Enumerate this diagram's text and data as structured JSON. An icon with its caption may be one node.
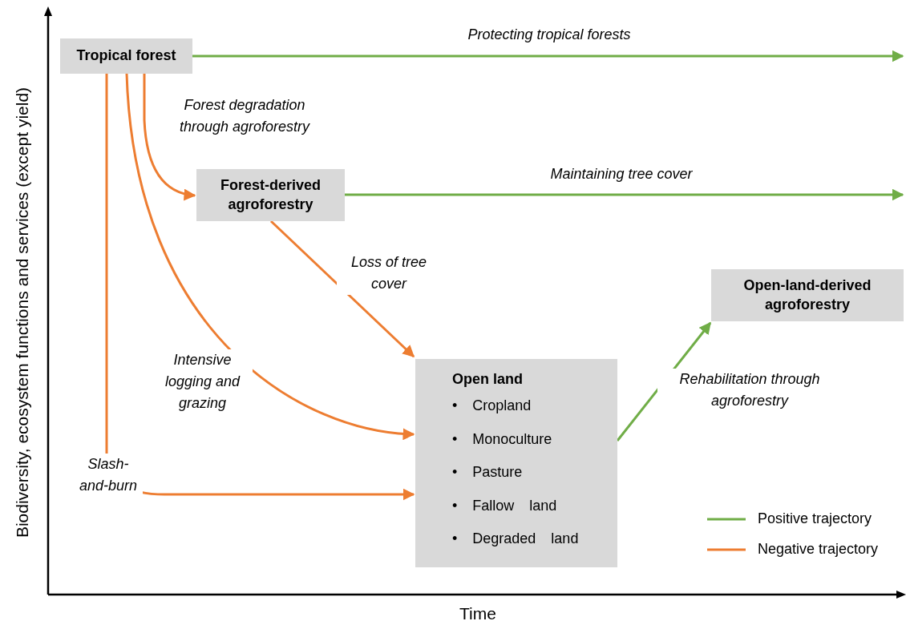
{
  "diagram": {
    "nodes": [
      {
        "text": [
          "Tropical forest"
        ]
      },
      {
        "text": [
          "Forest-derived agroforestry"
        ]
      },
      {
        "text": [
          "Open-land-derived agroforestry"
        ]
      },
      {
        "text": [
          "Open land",
          "• Cropland",
          "• Monoculture",
          "• Pasture",
          "• Fallow land",
          "• Degraded land"
        ]
      }
    ],
    "edges": [
      {
        "from": 0,
        "to": null,
        "arrow": "to",
        "label": "Protecting tropical forests",
        "color": "#70ad47"
      },
      {
        "from": 0,
        "to": 1,
        "arrow": "to",
        "label": "Forest degradation through agroforestry"
      },
      {
        "from": 1,
        "to": null,
        "arrow": "to",
        "label": "Maintaining tree cover",
        "color": "#70ad47"
      },
      {
        "from": 1,
        "to": 3,
        "arrow": "to",
        "label": "Loss of tree cover"
      },
      {
        "from": 0,
        "to": 3,
        "arrow": "to",
        "label": "Intensive logging and grazing"
      },
      {
        "from": 0,
        "to": 3,
        "arrow": "to",
        "label": "Slash-and-burn"
      },
      {
        "from": 3,
        "to": 2,
        "arrow": "to",
        "label": "Rehabilitation through agroforestry",
        "color": "#70ad47"
      }
    ],
    "labels": [
      "Biodiversity, ecosystem functions and services (except yield)",
      "Time"
    ],
    "legend": [
      {
        "text": "Positive trajectory"
      },
      {
        "text": "Negative trajectory"
      }
    ]
  }
}
